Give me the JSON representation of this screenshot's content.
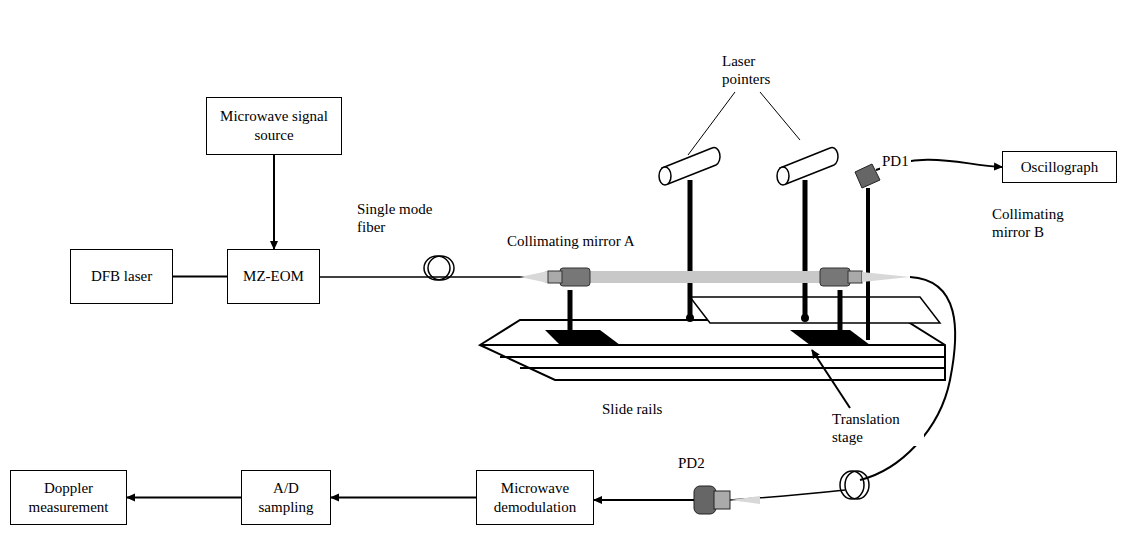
{
  "diagram": {
    "nodes": [
      {
        "text": [
          "Microwave signal source"
        ]
      },
      {
        "text": [
          "DFB laser"
        ]
      },
      {
        "text": [
          "MZ-EOM"
        ]
      },
      {
        "text": [
          "Oscillograph"
        ]
      },
      {
        "text": [
          "Doppler measurement"
        ]
      },
      {
        "text": [
          "A/D sampling"
        ]
      },
      {
        "text": [
          "Microwave demodulation"
        ]
      }
    ],
    "edges": [
      {
        "from": 0,
        "to": 2,
        "arrow": "to"
      },
      {
        "from": 1,
        "to": 2,
        "arrow": "none"
      },
      {
        "from": 6,
        "to": 5,
        "arrow": "to"
      },
      {
        "from": 5,
        "to": 4,
        "arrow": "to"
      }
    ],
    "labels": [
      "Laser pointers",
      "Single mode fiber",
      "Collimating mirror A",
      "PD1",
      "Collimating mirror B",
      "Slide rails",
      "Translation stage",
      "PD2"
    ]
  }
}
